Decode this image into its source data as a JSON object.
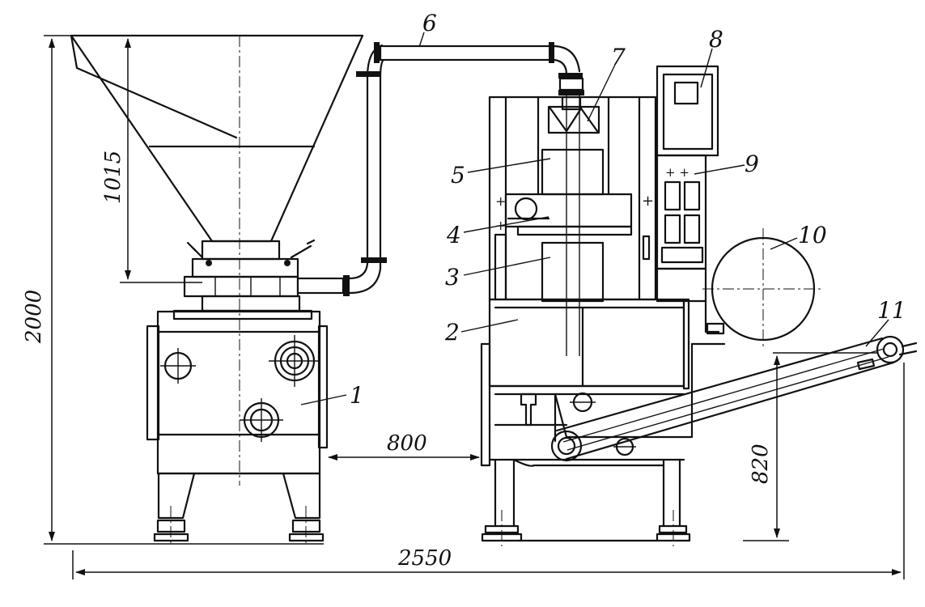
{
  "callouts": [
    "1",
    "2",
    "3",
    "4",
    "5",
    "6",
    "7",
    "8",
    "9",
    "10",
    "11"
  ],
  "dimensions": {
    "overall_height": "2000",
    "hopper_height": "1015",
    "gap": "800",
    "conveyor_height": "820",
    "overall_length": "2550"
  }
}
